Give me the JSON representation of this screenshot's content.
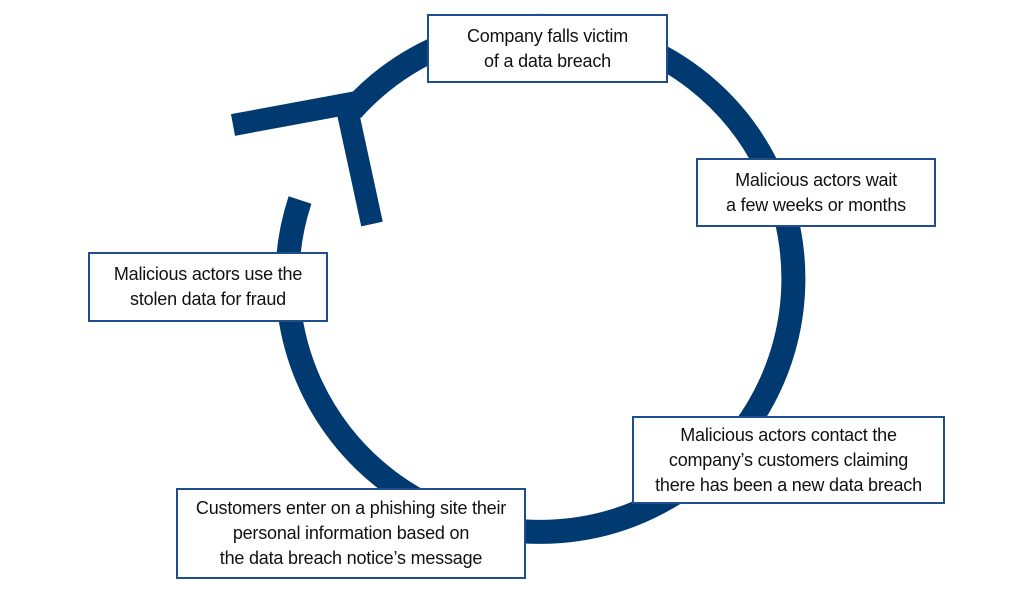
{
  "diagram": {
    "type": "cycle",
    "accent_color": "#003a70",
    "border_color": "#1f4e8c",
    "steps": [
      {
        "id": "breach",
        "lines": [
          "Company falls victim",
          "of a data breach"
        ]
      },
      {
        "id": "wait",
        "lines": [
          "Malicious actors wait",
          "a few weeks or months"
        ]
      },
      {
        "id": "contact",
        "lines": [
          "Malicious actors contact the",
          "company’s customers claiming",
          "there has been a new data breach"
        ]
      },
      {
        "id": "phishing",
        "lines": [
          "Customers enter on a phishing site their",
          "personal information based on",
          "the data breach notice’s message"
        ]
      },
      {
        "id": "fraud",
        "lines": [
          "Malicious actors use the",
          "stolen data for fraud"
        ]
      }
    ],
    "arrow_icon": "arrow-head-icon"
  }
}
